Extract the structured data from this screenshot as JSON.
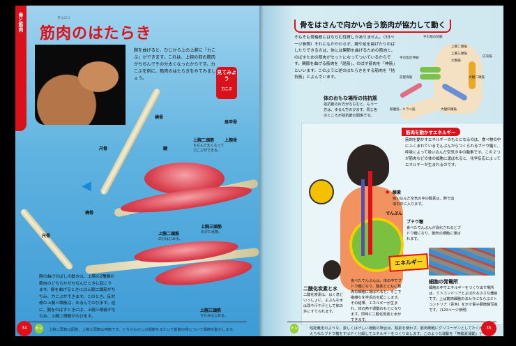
{
  "left_page": {
    "section_tab": "骨と筋肉",
    "title_ruby": "きんにく",
    "title": "筋肉のはたらき",
    "intro": "腕を曲げると、ひじから上の上腕に「力こぶ」ができます。これは、上腕の前の筋肉がちぢんでその分太くなったからです。力こぶを例に、筋肉のはたらきをみてみましょう。",
    "see_button": {
      "label": "見てみよう",
      "sub": "力こぶ"
    },
    "labels": {
      "radius": "橈骨",
      "ulna": "尺骨",
      "tendon": "腱",
      "scapula": "肩甲骨",
      "humerus": "上腕骨",
      "biceps_top": "上腕二頭筋",
      "biceps_top_note": "ちぢんで太くなって力こぶができる。",
      "triceps_top": "上腕三頭筋",
      "triceps_top_note": "のびた状態。",
      "biceps_bottom": "上腕二頭筋",
      "biceps_bottom_note": "のびはじめる。",
      "radius2": "橈骨",
      "ulna2": "尺骨",
      "triceps_bottom": "上腕三頭筋",
      "triceps_bottom_note": "ちぢみはじめる。"
    },
    "note": "腕の曲げのばしの動きは、上腕の2種類の筋肉のどちらかがちぢんだときに起こります。腕を曲げるときには上腕二頭筋がちぢみ、力こぶができます。このとき、反対側の上腕三頭筋は、ゆるんでのびます。逆に、腕をのばすときには、上腕三頭筋がちぢみ、上腕二頭筋がのびます。",
    "hint_label": "ヒント",
    "footer": "上腕二頭筋は屈筋、上腕三頭筋は伸筋です。どちらもひじの関節をまたいで前腕の骨について関節を動かします。",
    "page_number": "34"
  },
  "right_page": {
    "heading": "骨をはさんで向かい合う筋肉が協力して動く",
    "body": "そもそも骨格筋にはちぢむ性質しかありません。（33ページ参照）それにもかかわらず、腕や足を曲げたりのばしたりできるのは、体には関節を曲げるための筋肉と、のばすための筋肉がセットになってついているからです。関節を曲げる筋肉を「屈筋」、のばす筋肉を「伸筋」といいます。このように逆のはたらきをする筋肉を「拮抗筋」とよんでいます。",
    "antag_title": "体のおもな場所の拮抗筋",
    "antag_text": "拮抗筋の片方がちぢむと、もう一方は、ゆるんでのびます。同じ色のところが拮抗筋の関係です。",
    "figure_labels": [
      "手の指の屈筋",
      "手の指の伸筋",
      "上腕二頭筋",
      "上腕三頭筋",
      "大胸筋",
      "広背筋",
      "前脛骨筋",
      "腓腹筋・ヒラメ筋",
      "大腿四頭筋",
      "大腿二頭筋"
    ],
    "energy_box": {
      "tag": "筋肉を動かすエネルギー",
      "text": "筋肉を動かすエネルギーのもとになるのは、食べ物の中にふくまれているでんぷんからつくられるブドウ糖と、呼吸によって吸い込んだ空気の中の酸素です。この２つが筋肉などの体の細胞に運ばれると、化学反応によってエネルギーが生まれるのです。",
      "oxygen_label": "酸素",
      "oxygen_text": "吸い込んだ空気の中の酸素は、肺で血液の中に入ります。",
      "starch_label": "でんぷん",
      "glucose_label": "ブドウ糖",
      "glucose_text": "食べたでんぷんが消化されるとブドウ糖になり、筋肉の細胞に運ばれます。",
      "energy_label": "エネルギー",
      "co2_title": "二酸化炭素と水",
      "co2_text": "二酸化炭素は、はく息といっしょに、よぶんな水は尿や汗や汗として体の外にすてられます。",
      "middle_text": "食べたでんぷんは、体の中でブドウ糖になり、酸素とともに筋肉の細胞に運ばれると、そこで複雑な化学反応を起こします。その結果、エネルギーが生まれ、体の熱や運動のもとになります。同時に二酸化炭素と水ができます。",
      "cell_title": "細胞の発電所",
      "cell_text": "細胞の中でエネルギーをつくり出す場所は、ミトコンドリアとよばれる小さな器官です。上は筋肉細胞のまわりにならぶミトコンドリア（青色）を示す電子顕微鏡写真です。（120ページ参照）"
    },
    "hint_label": "ヒント",
    "footer": "短距離走のような、激しくはげしい運動の場合は、酸素を使わず、筋肉細胞にグリコーゲンとしてたくわえられたブドウ糖をすばやく分解してエネルギーをつくり出します。このような運動を「無酸素運動」といいます。",
    "page_number": "35"
  },
  "colors": {
    "accent": "#e0101a",
    "page_blue": "#5fb3e0"
  }
}
